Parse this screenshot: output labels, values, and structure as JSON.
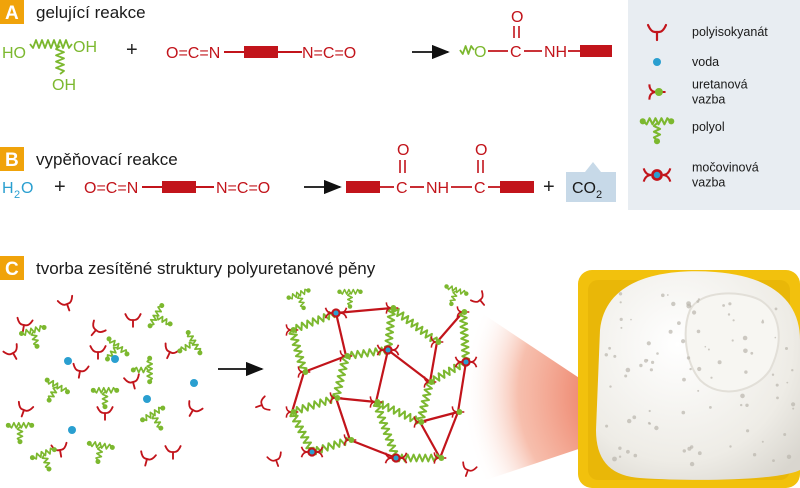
{
  "colors": {
    "isocyanate_red": "#c2141b",
    "polyol_green": "#7cb82f",
    "water_blue": "#2a9fd0",
    "badge_orange": "#f0a30a",
    "legend_bg": "#e8edf2",
    "co2_box": "#c7d9e8",
    "tray_yellow": "#f2c10d",
    "foam_white": "#f4f3ef"
  },
  "sections": {
    "a": {
      "badge": "A",
      "title": "gelující reakce",
      "polyol_ho_left": "HO",
      "polyol_oh_right": "OH",
      "polyol_oh_bottom": "OH",
      "plus": "+",
      "isocyanate_left": "O=C=N",
      "isocyanate_right": "N=C=O",
      "product_o_top": "O",
      "product_ester_o": "O",
      "product_c": "C",
      "product_nh": "NH"
    },
    "b": {
      "badge": "B",
      "title": "vypěňovací reakce",
      "water_h": "H",
      "water_sub": "2",
      "water_o": "O",
      "plus1": "+",
      "isocyanate_left": "O=C=N",
      "isocyanate_right": "N=C=O",
      "urea_o1": "O",
      "urea_o2": "O",
      "urea_c1": "C",
      "urea_c2": "C",
      "urea_nh": "NH",
      "plus2": "+",
      "co2_main": "CO",
      "co2_sub": "2"
    },
    "c": {
      "badge": "C",
      "title": "tvorba zesítěné struktury polyuretanové pěny"
    }
  },
  "legend": {
    "items": [
      {
        "icon": "isocyanate-icon",
        "label_lines": [
          "polyisokyanát"
        ]
      },
      {
        "icon": "water-icon",
        "label_lines": [
          "voda"
        ]
      },
      {
        "icon": "urethane-bond-icon",
        "label_lines": [
          "uretanová",
          "vazba"
        ]
      },
      {
        "icon": "polyol-icon",
        "label_lines": [
          "polyol"
        ]
      },
      {
        "icon": "urea-bond-icon",
        "label_lines": [
          "močovinová",
          "vazba"
        ]
      }
    ]
  }
}
